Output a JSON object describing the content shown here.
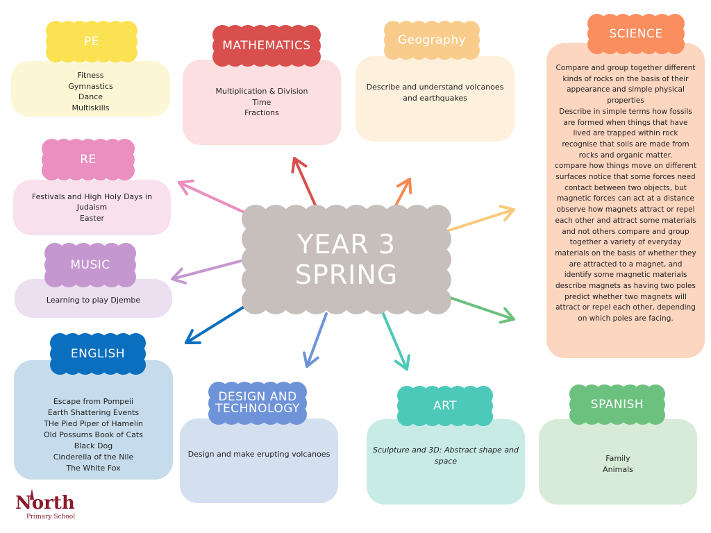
{
  "center": {
    "lines": [
      "YEAR 3",
      "SPRING"
    ],
    "color": "#c7bfbb"
  },
  "subjects": {
    "pe": {
      "label": "PE",
      "color": "#fbe252",
      "box": "#fdf6d4",
      "items": [
        "Fitness",
        "Gymnastics",
        "Dance",
        "Multiskills"
      ]
    },
    "mathematics": {
      "label": "MATHEMATICS",
      "color": "#d84f4d",
      "box": "#fcdfe0",
      "items": [
        "Multiplication & Division",
        "Time",
        "Fractions"
      ]
    },
    "geography": {
      "label": "Geography",
      "color": "#f9cc8c",
      "box": "#fdf0dc",
      "items": [
        "Describe and understand volcanoes",
        "and earthquakes"
      ]
    },
    "science": {
      "label": "SCIENCE",
      "color": "#fb8e5f",
      "box": "#fdd6c0",
      "items": [
        "Compare and group together different",
        "kinds of rocks on the basis of their",
        "appearance and simple physical",
        "properties",
        "Describe in simple terms how fossils",
        "are formed when things that have",
        "lived are trapped within rock",
        "recognise that soils are made from",
        "rocks and organic matter.",
        "compare how things move on different",
        "surfaces   notice that some forces need",
        "contact between two objects, but",
        "magnetic forces can act at a distance",
        "observe how magnets attract or repel",
        "each other and attract some materials",
        "and not others   compare and group",
        "together a variety of everyday",
        "materials on the basis of whether they",
        "are attracted to a magnet, and",
        "identify some magnetic materials",
        "describe magnets as having two poles",
        "predict whether two magnets will",
        "attract or repel each other, depending",
        "on which poles are facing."
      ]
    },
    "re": {
      "label": "RE",
      "color": "#ea8fbf",
      "box": "#f8e1ec",
      "items": [
        "Festivals and High Holy Days in",
        "Judaism",
        "Easter"
      ]
    },
    "music": {
      "label": "MUSIC",
      "color": "#c597d0",
      "box": "#ecdfef",
      "items": [
        "Learning to play Djembe"
      ]
    },
    "english": {
      "label": "ENGLISH",
      "color": "#0a6fbf",
      "box": "#c6dcec",
      "items": [
        "Escape from Pompeii",
        "Earth Shattering Events",
        "THe Pied Piper of Hamelin",
        "Old Possums Book of Cats",
        "Black Dog",
        "Cinderella of the Nile",
        "The White Fox"
      ]
    },
    "dt": {
      "label_lines": [
        "DESIGN AND",
        "TECHNOLOGY"
      ],
      "color": "#6f93d8",
      "box": "#d4dff0",
      "items": [
        "Design and make erupting volcanoes"
      ]
    },
    "art": {
      "label": "ART",
      "color": "#4cc9b8",
      "box": "#c9ebe6",
      "items": [
        "Sculpture and 3D: Abstract shape and",
        "space"
      ]
    },
    "spanish": {
      "label": "SPANISH",
      "color": "#6cc17f",
      "box": "#d8ebd8",
      "items": [
        "Family",
        "Animals"
      ]
    }
  },
  "arrow_colors": {
    "mathematics": "#d84f4d",
    "geography": "#f48a52",
    "science": "#fbc97b",
    "re": "#ea8fbf",
    "music": "#c597d0",
    "english": "#0a6fbf",
    "dt": "#6f93d8",
    "art": "#4cc9b8",
    "spanish": "#6cc17f"
  },
  "logo": {
    "brand": "North",
    "sub": "Primary School",
    "color": "#8b1a2b"
  }
}
